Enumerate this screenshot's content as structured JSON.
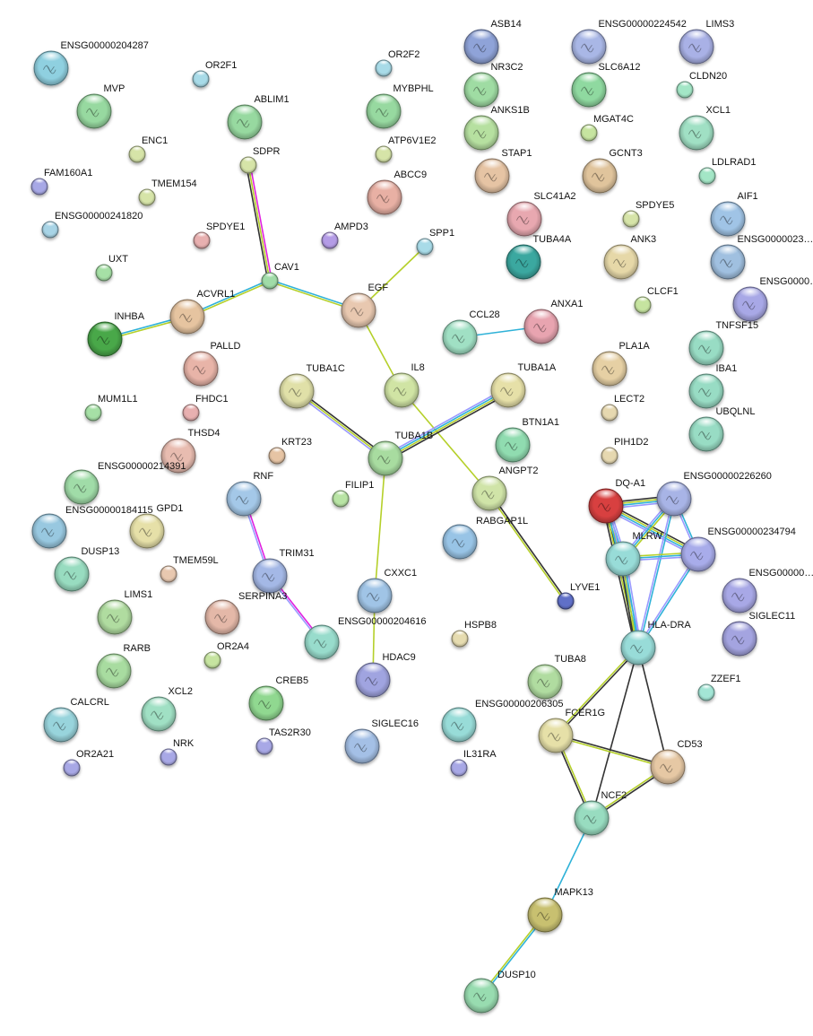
{
  "network": {
    "nodes": [
      {
        "id": "ENSG00000204287",
        "label": "ENSG00000204287",
        "color": "#8fd0e0",
        "size": "large"
      },
      {
        "id": "OR2F1",
        "label": "OR2F1",
        "color": "#a8dbe8",
        "size": "small"
      },
      {
        "id": "OR2F2",
        "label": "OR2F2",
        "color": "#a8dbe8",
        "size": "small"
      },
      {
        "id": "ASB14",
        "label": "ASB14",
        "color": "#8fa3d8",
        "size": "large"
      },
      {
        "id": "ENSG00000224542",
        "label": "ENSG00000224542",
        "color": "#a9b7e6",
        "size": "large"
      },
      {
        "id": "LIMS3",
        "label": "LIMS3",
        "color": "#a9b1e6",
        "size": "large"
      },
      {
        "id": "MVP",
        "label": "MVP",
        "color": "#97d9a0",
        "size": "large"
      },
      {
        "id": "ABLIM1",
        "label": "ABLIM1",
        "color": "#97d9a0",
        "size": "large"
      },
      {
        "id": "MYBPHL",
        "label": "MYBPHL",
        "color": "#97d9a0",
        "size": "large"
      },
      {
        "id": "NR3C2",
        "label": "NR3C2",
        "color": "#9fdca3",
        "size": "large"
      },
      {
        "id": "SLC6A12",
        "label": "SLC6A12",
        "color": "#8fd9a0",
        "size": "large"
      },
      {
        "id": "CLDN20",
        "label": "CLDN20",
        "color": "#a3e6c6",
        "size": "small"
      },
      {
        "id": "ENC1",
        "label": "ENC1",
        "color": "#d6e4a8",
        "size": "small"
      },
      {
        "id": "SDPR",
        "label": "SDPR",
        "color": "#d6e4a8",
        "size": "small"
      },
      {
        "id": "ATP6V1E2",
        "label": "ATP6V1E2",
        "color": "#d6e4a8",
        "size": "small"
      },
      {
        "id": "ANKS1B",
        "label": "ANKS1B",
        "color": "#b6e0a0",
        "size": "large"
      },
      {
        "id": "MGAT4C",
        "label": "MGAT4C",
        "color": "#c6e4a0",
        "size": "small"
      },
      {
        "id": "XCL1",
        "label": "XCL1",
        "color": "#a0e0c4",
        "size": "large"
      },
      {
        "id": "FAM160A1",
        "label": "FAM160A1",
        "color": "#a7a8e6",
        "size": "small"
      },
      {
        "id": "TMEM154",
        "label": "TMEM154",
        "color": "#d6e4a8",
        "size": "small"
      },
      {
        "id": "ABCC9",
        "label": "ABCC9",
        "color": "#e8b0a4",
        "size": "large"
      },
      {
        "id": "STAP1",
        "label": "STAP1",
        "color": "#e6c4a4",
        "size": "large"
      },
      {
        "id": "GCNT3",
        "label": "GCNT3",
        "color": "#e0c49c",
        "size": "large"
      },
      {
        "id": "LDLRAD1",
        "label": "LDLRAD1",
        "color": "#a3e6c6",
        "size": "small"
      },
      {
        "id": "ENSG00000241820",
        "label": "ENSG00000241820",
        "color": "#a8d4e6",
        "size": "small"
      },
      {
        "id": "SPDYE1",
        "label": "SPDYE1",
        "color": "#e8b0b0",
        "size": "small"
      },
      {
        "id": "AMPD3",
        "label": "AMPD3",
        "color": "#b49ce6",
        "size": "small"
      },
      {
        "id": "SPP1",
        "label": "SPP1",
        "color": "#a8dbe8",
        "size": "small"
      },
      {
        "id": "SLC41A2",
        "label": "SLC41A2",
        "color": "#e8a8b0",
        "size": "large"
      },
      {
        "id": "SPDYE5",
        "label": "SPDYE5",
        "color": "#d6e4a8",
        "size": "small"
      },
      {
        "id": "AIF1",
        "label": "AIF1",
        "color": "#a0c4e6",
        "size": "large"
      },
      {
        "id": "UXT",
        "label": "UXT",
        "color": "#a6e0a6",
        "size": "small"
      },
      {
        "id": "CAV1",
        "label": "CAV1",
        "color": "#a0dca8",
        "size": "small"
      },
      {
        "id": "ACVRL1",
        "label": "ACVRL1",
        "color": "#e6c4a0",
        "size": "large"
      },
      {
        "id": "TUBA4A",
        "label": "TUBA4A",
        "color": "#3aa8a0",
        "size": "large"
      },
      {
        "id": "ANK3",
        "label": "ANK3",
        "color": "#e6d8a8",
        "size": "large"
      },
      {
        "id": "ENSG00000233",
        "label": "ENSG0000023…",
        "color": "#a0c0e0",
        "size": "large"
      },
      {
        "id": "EGF",
        "label": "EGF",
        "color": "#e8c8b0",
        "size": "large"
      },
      {
        "id": "ENSG0000A",
        "label": "ENSG0000…",
        "color": "#a8a8e6",
        "size": "large"
      },
      {
        "id": "INHBA",
        "label": "INHBA",
        "color": "#48a848",
        "size": "large"
      },
      {
        "id": "CCL28",
        "label": "CCL28",
        "color": "#a0e0c4",
        "size": "large"
      },
      {
        "id": "ANXA1",
        "label": "ANXA1",
        "color": "#e8a4b0",
        "size": "large"
      },
      {
        "id": "CLCF1",
        "label": "CLCF1",
        "color": "#c6e4a0",
        "size": "small"
      },
      {
        "id": "TNFSF15",
        "label": "TNFSF15",
        "color": "#98dcc4",
        "size": "large"
      },
      {
        "id": "PALLD",
        "label": "PALLD",
        "color": "#e8b4a8",
        "size": "large"
      },
      {
        "id": "PLA1A",
        "label": "PLA1A",
        "color": "#e6d0a4",
        "size": "large"
      },
      {
        "id": "TUBA1C",
        "label": "TUBA1C",
        "color": "#e0e0a8",
        "size": "large"
      },
      {
        "id": "IL8",
        "label": "IL8",
        "color": "#d0e4a4",
        "size": "large"
      },
      {
        "id": "TUBA1A",
        "label": "TUBA1A",
        "color": "#e6e0a8",
        "size": "large"
      },
      {
        "id": "IBA1",
        "label": "IBA1",
        "color": "#98dcc4",
        "size": "large"
      },
      {
        "id": "MUM1L1",
        "label": "MUM1L1",
        "color": "#a6e0a6",
        "size": "small"
      },
      {
        "id": "FHDC1",
        "label": "FHDC1",
        "color": "#e8b0b0",
        "size": "small"
      },
      {
        "id": "LECT2",
        "label": "LECT2",
        "color": "#e6d8b0",
        "size": "small"
      },
      {
        "id": "UBQLNL",
        "label": "UBQLNL",
        "color": "#98dcc4",
        "size": "large"
      },
      {
        "id": "THSD4",
        "label": "THSD4",
        "color": "#e8bcb0",
        "size": "large"
      },
      {
        "id": "BTN1A1",
        "label": "BTN1A1",
        "color": "#90dcb0",
        "size": "large"
      },
      {
        "id": "KRT23",
        "label": "KRT23",
        "color": "#e6c4a4",
        "size": "small"
      },
      {
        "id": "TUBA1B",
        "label": "TUBA1B",
        "color": "#a8dca0",
        "size": "large"
      },
      {
        "id": "PIH1D2",
        "label": "PIH1D2",
        "color": "#e6d8b0",
        "size": "small"
      },
      {
        "id": "ENSG00000214391",
        "label": "ENSG00000214391",
        "color": "#a0dca8",
        "size": "large"
      },
      {
        "id": "RNF",
        "label": "RNF",
        "color": "#a4c8e8",
        "size": "large"
      },
      {
        "id": "FILIP1",
        "label": "FILIP1",
        "color": "#b8e4a4",
        "size": "small"
      },
      {
        "id": "ANGPT2",
        "label": "ANGPT2",
        "color": "#d0e4a8",
        "size": "large"
      },
      {
        "id": "DQ-A1",
        "label": "DQ-A1",
        "color": "#d84040",
        "size": "large"
      },
      {
        "id": "ENSG00000226260",
        "label": "ENSG00000226260",
        "color": "#a8b4e6",
        "size": "large"
      },
      {
        "id": "ENSG00000184115",
        "label": "ENSG00000184115",
        "color": "#98c8e0",
        "size": "large"
      },
      {
        "id": "GPD1",
        "label": "GPD1",
        "color": "#e6e0a8",
        "size": "large"
      },
      {
        "id": "RABGAP1L",
        "label": "RABGAP1L",
        "color": "#98c4e6",
        "size": "large"
      },
      {
        "id": "MLRW",
        "label": "MLRW",
        "color": "#98dcd8",
        "size": "large"
      },
      {
        "id": "ENSG00000234794",
        "label": "ENSG00000234794",
        "color": "#a8acea",
        "size": "large"
      },
      {
        "id": "DUSP13",
        "label": "DUSP13",
        "color": "#98dcc0",
        "size": "large"
      },
      {
        "id": "TMEM59L",
        "label": "TMEM59L",
        "color": "#e8c8b0",
        "size": "small"
      },
      {
        "id": "TRIM31",
        "label": "TRIM31",
        "color": "#a4b8e6",
        "size": "large"
      },
      {
        "id": "LYVE1",
        "label": "LYVE1",
        "color": "#6070c8",
        "size": "small"
      },
      {
        "id": "ENSG00000B",
        "label": "ENSG00000…",
        "color": "#a8a8e6",
        "size": "large"
      },
      {
        "id": "CXXC1",
        "label": "CXXC1",
        "color": "#a0c4e6",
        "size": "large"
      },
      {
        "id": "LIMS1",
        "label": "LIMS1",
        "color": "#b0dca0",
        "size": "large"
      },
      {
        "id": "SERPINA3",
        "label": "SERPINA3",
        "color": "#e4b8a8",
        "size": "large"
      },
      {
        "id": "ENSG00000204616",
        "label": "ENSG00000204616",
        "color": "#98dccc",
        "size": "large"
      },
      {
        "id": "HSPB8",
        "label": "HSPB8",
        "color": "#e6dcb0",
        "size": "small"
      },
      {
        "id": "HLA-DRA",
        "label": "HLA-DRA",
        "color": "#98dcd8",
        "size": "large"
      },
      {
        "id": "SIGLEC11",
        "label": "SIGLEC11",
        "color": "#a4a4e0",
        "size": "large"
      },
      {
        "id": "RARB",
        "label": "RARB",
        "color": "#a8dca0",
        "size": "large"
      },
      {
        "id": "OR2A4",
        "label": "OR2A4",
        "color": "#c6e4a0",
        "size": "small"
      },
      {
        "id": "HDAC9",
        "label": "HDAC9",
        "color": "#a0a4e0",
        "size": "large"
      },
      {
        "id": "TUBA8",
        "label": "TUBA8",
        "color": "#b0dca0",
        "size": "large"
      },
      {
        "id": "ZZEF1",
        "label": "ZZEF1",
        "color": "#a3e6d6",
        "size": "small"
      },
      {
        "id": "CREB5",
        "label": "CREB5",
        "color": "#90d890",
        "size": "large"
      },
      {
        "id": "ENSG00000206305",
        "label": "ENSG00000206305",
        "color": "#98dcd8",
        "size": "large"
      },
      {
        "id": "XCL2",
        "label": "XCL2",
        "color": "#a0e0c4",
        "size": "large"
      },
      {
        "id": "CALCRL",
        "label": "CALCRL",
        "color": "#98d4dc",
        "size": "large"
      },
      {
        "id": "FCER1G",
        "label": "FCER1G",
        "color": "#e6e0a8",
        "size": "large"
      },
      {
        "id": "SIGLEC16",
        "label": "SIGLEC16",
        "color": "#a4c0e6",
        "size": "large"
      },
      {
        "id": "CD53",
        "label": "CD53",
        "color": "#e6c8a4",
        "size": "large"
      },
      {
        "id": "NRK",
        "label": "NRK",
        "color": "#a8a8e6",
        "size": "small"
      },
      {
        "id": "TAS2R30",
        "label": "TAS2R30",
        "color": "#a8a8e6",
        "size": "small"
      },
      {
        "id": "IL31RA",
        "label": "IL31RA",
        "color": "#a8a8e6",
        "size": "small"
      },
      {
        "id": "OR2A21",
        "label": "OR2A21",
        "color": "#a8a8e6",
        "size": "small"
      },
      {
        "id": "NCF2",
        "label": "NCF2",
        "color": "#98dcc0",
        "size": "large"
      },
      {
        "id": "MAPK13",
        "label": "MAPK13",
        "color": "#c8c070",
        "size": "large"
      },
      {
        "id": "DUSP10",
        "label": "DUSP10",
        "color": "#98dcb0",
        "size": "large"
      }
    ],
    "edges": [
      {
        "source": "SDPR",
        "target": "CAV1",
        "channels": [
          "magenta",
          "yellowgreen",
          "black"
        ]
      },
      {
        "source": "CAV1",
        "target": "ACVRL1",
        "channels": [
          "yellowgreen",
          "cyan"
        ]
      },
      {
        "source": "ACVRL1",
        "target": "INHBA",
        "channels": [
          "yellowgreen",
          "cyan"
        ]
      },
      {
        "source": "CAV1",
        "target": "EGF",
        "channels": [
          "cyan",
          "yellowgreen"
        ]
      },
      {
        "source": "EGF",
        "target": "SPP1",
        "channels": [
          "yellowgreen"
        ]
      },
      {
        "source": "EGF",
        "target": "IL8",
        "channels": [
          "yellowgreen"
        ]
      },
      {
        "source": "IL8",
        "target": "ANGPT2",
        "channels": [
          "yellowgreen"
        ]
      },
      {
        "source": "CCL28",
        "target": "ANXA1",
        "channels": [
          "cyan"
        ]
      },
      {
        "source": "TUBA1C",
        "target": "TUBA1B",
        "channels": [
          "black",
          "yellowgreen",
          "lavender"
        ]
      },
      {
        "source": "TUBA1B",
        "target": "TUBA1A",
        "channels": [
          "lavender",
          "cyan",
          "yellowgreen",
          "black"
        ]
      },
      {
        "source": "TUBA1B",
        "target": "CXXC1",
        "channels": [
          "yellowgreen"
        ]
      },
      {
        "source": "CXXC1",
        "target": "HDAC9",
        "channels": [
          "yellowgreen"
        ]
      },
      {
        "source": "RNF",
        "target": "TRIM31",
        "channels": [
          "magenta",
          "lavender"
        ]
      },
      {
        "source": "TRIM31",
        "target": "ENSG00000204616",
        "channels": [
          "magenta",
          "lavender"
        ]
      },
      {
        "source": "ANGPT2",
        "target": "LYVE1",
        "channels": [
          "black",
          "yellowgreen"
        ]
      },
      {
        "source": "DQ-A1",
        "target": "ENSG00000226260",
        "channels": [
          "black",
          "yellowgreen",
          "cyan",
          "lavender"
        ]
      },
      {
        "source": "DQ-A1",
        "target": "ENSG00000234794",
        "channels": [
          "black",
          "yellowgreen",
          "cyan",
          "lavender"
        ]
      },
      {
        "source": "DQ-A1",
        "target": "MLRW",
        "channels": [
          "lavender",
          "cyan",
          "yellowgreen",
          "black"
        ]
      },
      {
        "source": "DQ-A1",
        "target": "HLA-DRA",
        "channels": [
          "lavender",
          "cyan",
          "yellowgreen",
          "black"
        ]
      },
      {
        "source": "ENSG00000226260",
        "target": "MLRW",
        "channels": [
          "yellowgreen",
          "cyan",
          "lavender"
        ]
      },
      {
        "source": "ENSG00000226260",
        "target": "ENSG00000234794",
        "channels": [
          "cyan",
          "lavender"
        ]
      },
      {
        "source": "ENSG00000226260",
        "target": "HLA-DRA",
        "channels": [
          "cyan",
          "lavender"
        ]
      },
      {
        "source": "MLRW",
        "target": "ENSG00000234794",
        "channels": [
          "yellowgreen",
          "cyan",
          "lavender"
        ]
      },
      {
        "source": "MLRW",
        "target": "HLA-DRA",
        "channels": [
          "lavender",
          "cyan",
          "yellowgreen",
          "black"
        ]
      },
      {
        "source": "ENSG00000234794",
        "target": "HLA-DRA",
        "channels": [
          "cyan",
          "lavender"
        ]
      },
      {
        "source": "HLA-DRA",
        "target": "FCER1G",
        "channels": [
          "black",
          "yellowgreen"
        ]
      },
      {
        "source": "HLA-DRA",
        "target": "NCF2",
        "channels": [
          "black"
        ]
      },
      {
        "source": "HLA-DRA",
        "target": "CD53",
        "channels": [
          "black"
        ]
      },
      {
        "source": "FCER1G",
        "target": "CD53",
        "channels": [
          "black",
          "yellowgreen"
        ]
      },
      {
        "source": "FCER1G",
        "target": "NCF2",
        "channels": [
          "yellowgreen",
          "black"
        ]
      },
      {
        "source": "CD53",
        "target": "NCF2",
        "channels": [
          "black",
          "yellowgreen"
        ]
      },
      {
        "source": "NCF2",
        "target": "MAPK13",
        "channels": [
          "cyan"
        ]
      },
      {
        "source": "MAPK13",
        "target": "DUSP10",
        "channels": [
          "cyan",
          "yellowgreen"
        ]
      }
    ],
    "channel_colors": {
      "black": "#333333",
      "yellowgreen": "#b5d02a",
      "cyan": "#2fb2d8",
      "lavender": "#9a9aff",
      "magenta": "#e020e0"
    }
  }
}
